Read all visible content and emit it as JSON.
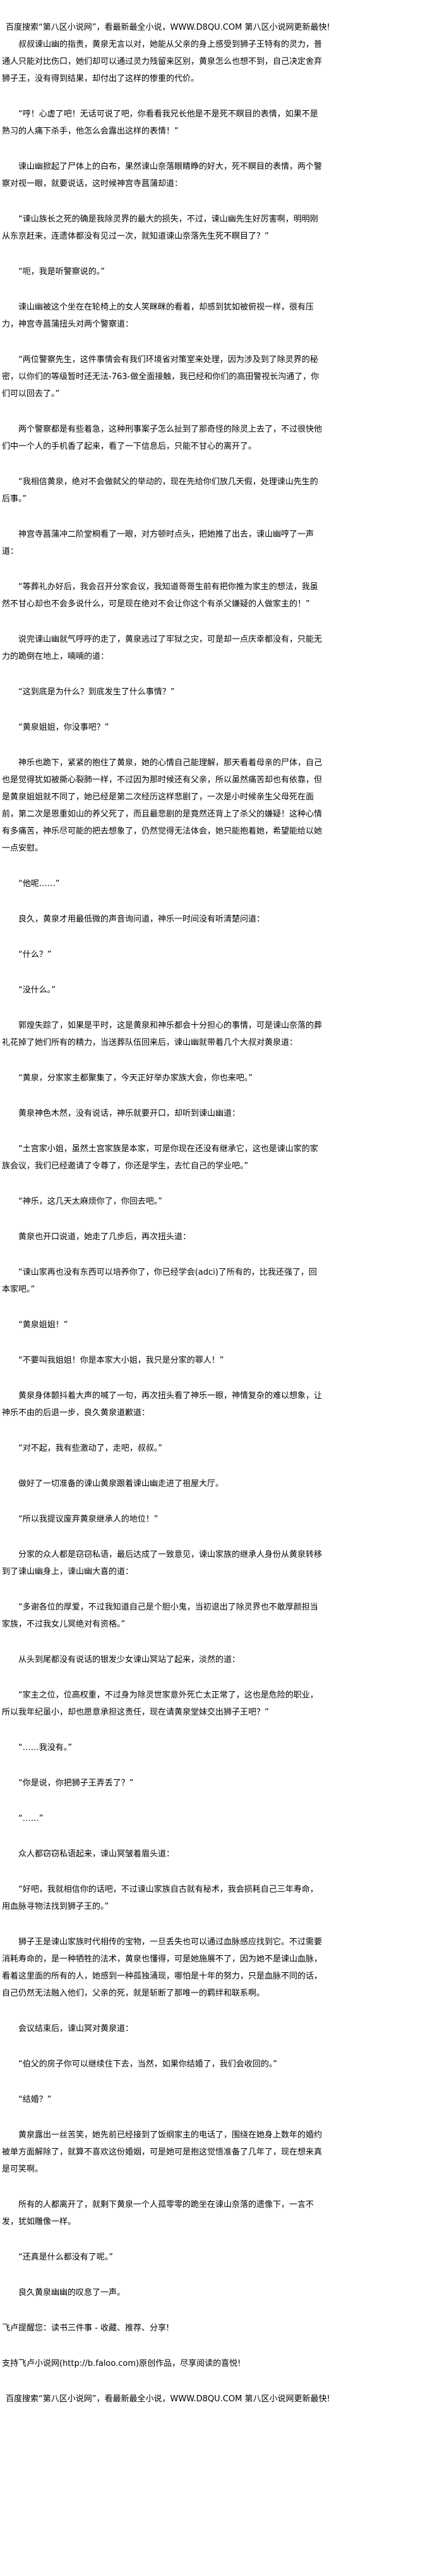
{
  "header_banner": "百度搜索“第八区小说网”，看最新最全小说，WWW.D8QU.COM  第八区小说网更新最快!",
  "paragraphs": [
    "叔叔谏山幽的指责，黄泉无言以对，她能从父亲的身上感受到狮子王特有的灵力，普通人只能对比伤口，她们却可以通过灵力残留来区别，黄泉怎么也想不到，自己决定舍弃狮子王，没有得到结果，却付出了这样的惨重的代价。",
    "“哼！心虚了吧！无话可说了吧，你看看我兄长他是不是死不瞑目的表情，如果不是熟习的人痛下杀手，他怎么会露出这样的表情！”",
    "谏山幽掀起了尸体上的白布，果然谏山奈落眼睛睁的好大，死不瞑目的表情，两个警察对视一眼，就要说话，这时候神宫寺菖蒲却道：",
    "“谏山族长之死的确是我除灵界的最大的损失，不过，谏山幽先生好厉害啊，明明刚从东京赶来，连遗体都没有见过一次，就知道谏山奈落先生死不瞑目了？”",
    "“呃，我是听警察说的。”",
    "谏山幽被这个坐在在轮椅上的女人笑眯眯的看着，却感到犹如被俯视一样，很有压力，神宫寺菖蒲扭头对两个警察道：",
    "“两位警察先生，这件事情会有我们环境省对策室来处理，因为涉及到了除灵界的秘密，以你们的等级暂时还无法-763-做全面接触，我已经和你们的高田警视长沟通了，你们可以回去了。”",
    "两个警察都是有些着急，这种刑事案子怎么扯到了那奇怪的除灵上去了，不过很快他们中一个人的手机香了起来，看了一下信息后，只能不甘心的离开了。",
    "“我相信黄泉，绝对不会做弑父的举动的，现在先给你们放几天假，处理谏山先生的后事。”",
    "神宫寺菖蒲冲二阶堂桐看了一眼，对方顿时点头，把她推了出去，谏山幽哼了一声道：",
    "“等葬礼办好后，我会召开分家会议，我知道哥哥生前有把你推为家主的想法，我虽然不甘心却也不会多说什么，可是现在绝对不会让你这个有杀父嫌疑的人做家主的！”",
    "说完谏山幽就气呼呼的走了，黄泉逃过了牢狱之灾，可是却一点庆幸都没有，只能无力的跪倒在地上，喃喃的道：",
    "“这到底是为什么？到底发生了什么事情？”",
    "“黄泉姐姐，你没事吧？”",
    "神乐也跪下，紧紧的抱住了黄泉，她的心情自己能理解，那天看着母亲的尸体，自己也是觉得犹如被撕心裂肺一样，不过因为那时候还有父亲，所以虽然痛苦却也有依靠，但是黄泉姐姐就不同了，她已经是第二次经历这样悲剧了，一次是小时候亲生父母死在面前，第二次是恩重如山的养父死了，而且最悲剧的是竟然还背上了杀父的嫌疑！这种心情有多痛苦，神乐尽可能的把去想象了，仍然觉得无法体会，她只能抱着她，希望能给以她一点安慰。",
    "“他呢……”",
    "良久，黄泉才用最低微的声音询问道，神乐一时间没有听清楚问道：",
    "“什么？”",
    "“没什么。”",
    "郭煌失踪了，如果是平时，这是黄泉和神乐都会十分担心的事情，可是谏山奈落的葬礼花掉了她们所有的精力，当送葬队伍回来后，谏山幽就带着几个大叔对黄泉道：",
    "“黄泉，分家家主都聚集了，今天正好举办家族大会，你也来吧。”",
    "黄泉神色木然，没有说话，神乐就要开口，却听到谏山幽道：",
    "“土宫家小姐，虽然土宫家族是本家，可是你现在还没有继承它，这也是谏山家的家族会议，我们已经邀请了令尊了，你还是学生，去忙自己的学业吧。”",
    "“神乐，这几天太麻烦你了，你回去吧。”",
    "黄泉也开口说道，她走了几步后，再次扭头道：",
    "“谏山家再也没有东西可以培养你了，你已经学会(adci)了所有的，比我还强了，回本家吧。”",
    "“黄泉姐姐！”",
    "“不要叫我姐姐！你是本家大小姐，我只是分家的罪人！”",
    "黄泉身体颤抖着大声的喊了一句，再次扭头看了神乐一眼，神情复杂的难以想象，让神乐不由的后退一步，良久黄泉道歉道：",
    "“对不起，我有些激动了，走吧，叔叔。”",
    "做好了一切准备的谏山黄泉跟着谏山幽走进了祖屋大厅。",
    "“所以我提议废弃黄泉继承人的地位！”",
    "分家的众人都是窃窃私语，最后达成了一致意见，谏山家族的继承人身份从黄泉转移到了谏山幽身上，谏山幽大喜的道：",
    "“多谢各位的厚爱，不过我知道自己是个胆小鬼，当初退出了除灵界也不敢厚颜担当家族，不过我女儿冥绝对有资格。”",
    "从头到尾都没有说话的银发少女谏山冥站了起来，淡然的道：",
    "“家主之位，位高权重，不过身为除灵世家意外死亡太正常了，这也是危险的职业，所以我年纪虽小，却也愿意承担这责任，现在请黄泉堂妹交出狮子王吧？”",
    "“……我没有。”",
    "“你是说，你把狮子王弄丢了？”",
    "“……”",
    "众人都窃窃私语起来，谏山冥皱着眉头道：",
    "“好吧，我就相信你的话吧，不过谏山家族自古就有秘术，我会损耗自己三年寿命，用血脉寻物法找到狮子王的。”",
    "狮子王是谏山家族时代相传的宝物，一旦丢失也可以通过血脉感应找到它。不过需要消耗寿命的，是一种牺牲的法术，黄泉也懂得，可是她施展不了，因为她不是谏山血脉，看着这里面的所有的人，她感到一种孤独涌现，哪怕是十年的努力，只是血脉不同的话，自己仍然无法融入他们，父亲的死，就是斩断了那唯一的羁绊和联系啊。",
    "会议结束后，谏山冥对黄泉道：",
    "“伯父的房子你可以继续住下去，当然，如果你结婚了，我们会收回的。”",
    "“结婚？”",
    "黄泉露出一丝苦笑，她先前已经接到了饭纲家主的电话了，围绕在她身上数年的婚约被单方面解除了，就算不喜欢这份婚姻，可是她可是抱这觉悟准备了几年了，现在想来真是可笑啊。",
    "所有的人都离开了，就剩下黄泉一个人孤零零的跪坐在谏山奈落的遗像下，一言不发，犹如雕像一样。",
    "“还真是什么都没有了呢。”",
    "良久黄泉幽幽的叹息了一声。"
  ],
  "footer": {
    "reminder": "飞卢提醒您：读书三件事 - 收藏、推荐、分享!",
    "support": "支持飞卢小说网(http://b.faloo.com)原创作品，尽享阅读的喜悦!",
    "banner": "百度搜索“第八区小说网”，看最新最全小说，WWW.D8QU.COM  第八区小说网更新最快!"
  }
}
